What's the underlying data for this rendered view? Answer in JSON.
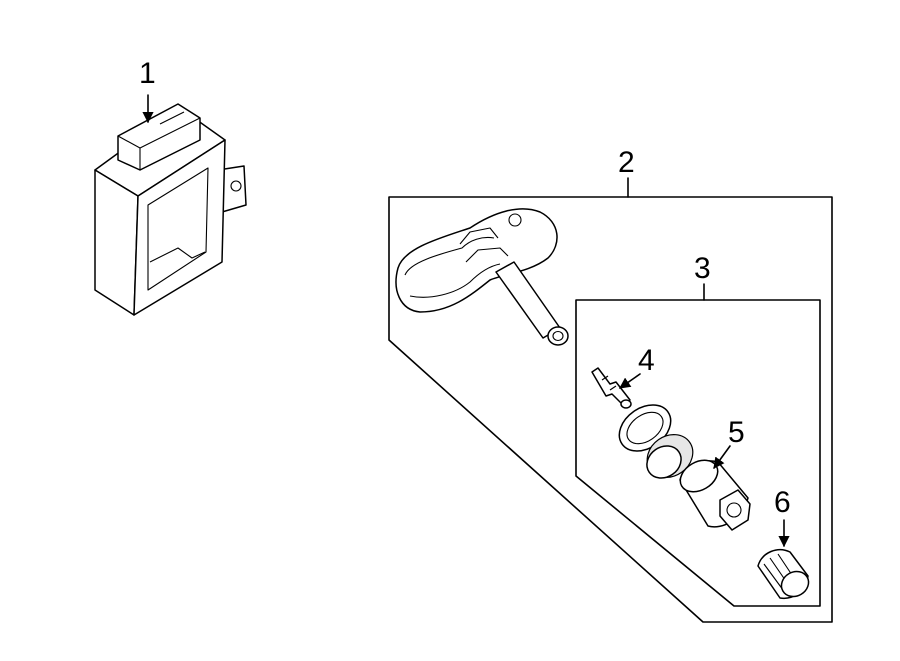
{
  "callouts": {
    "c1": "1",
    "c2": "2",
    "c3": "3",
    "c4": "4",
    "c5": "5",
    "c6": "6"
  },
  "colors": {
    "line": "#000000",
    "background": "#ffffff",
    "shade": "#e6e6e6"
  }
}
